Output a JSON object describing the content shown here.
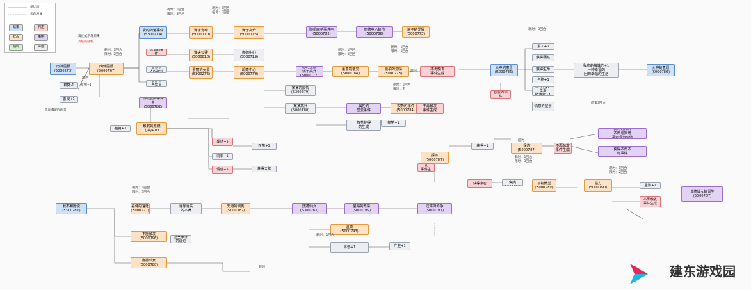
{
  "legend": {
    "solid_label": "单状态",
    "dashed_label": "状态发展",
    "items": [
      {
        "label": "结束",
        "color": "#cfe1f7"
      },
      {
        "label": "判定",
        "color": "#fbd3d6"
      },
      {
        "label": "状态",
        "color": "#fde2c5"
      },
      {
        "label": "事件",
        "color": "#e2d2f3"
      },
      {
        "label": "随机",
        "color": "#d6f0d2"
      },
      {
        "label": "声望",
        "color": "#eceef1"
      }
    ]
  },
  "nodes": {
    "n1": "肉体屈服\n(5300273)",
    "n2": "肉体屈服\n(5000767)",
    "n3": "权势-1",
    "n4": "善良+1",
    "n5": "贤的的诸事件\n(5300274)",
    "n6": "谋求宠幸\n(5000770)",
    "n7": "谋夫公妻\n(5000810)",
    "n8": "素丽的女爱\n(5300276)",
    "n9": "谋于高升\n(5000776)",
    "n10": "庞德中心\n(5000719)",
    "n11": "卸乘中心\n(5000778)",
    "n12": "素丽的敬爱\n(5000784)",
    "n13": "随机庇护事件中\n(5000782)",
    "n14": "庞德中心的位\n(5000786)",
    "n15": "恋爱的事件",
    "n16": "浪子的爱情\n(5000773)",
    "n17": "善意亲\n人的抢劫",
    "n18": "您的全部\n谋于高升\n(5000772)",
    "n19": "事件中\n产生人",
    "n20": "浪子的爱情\n(5000775)",
    "n21": "不再触发\n事件生成",
    "n22": "某某的爱情\n(5300279)",
    "n23": "某某高升\n(5000780)",
    "n24": "权势+1",
    "n25": "爱人+1",
    "n26": "获得钢铁",
    "n27": "获得生命",
    "n28": "权势+1，华夏\n性格奖+1",
    "n29": "权势的事件\n(5000784)",
    "n30": "私密的接触力+1\n一种幸福的\n回到幸福的生活",
    "n31": "火中的意愿\n(5000786)",
    "n32": "情感的星创",
    "n33": "权势获得\n的生成",
    "n34": "抱拥+1",
    "n35": "同事+1",
    "n36": "属性的\n恋爱事件",
    "n37": "触发的庞德\n心的+10",
    "n38": "成功+5",
    "n39": "情感+5",
    "n40": "不再触发\n事件生成",
    "n41": "权势+1",
    "n42": "获得天赋",
    "n43": "获得亲密",
    "n44": "探访\n(5000787)",
    "n45": "庞德的\n宫内\n(5000790)",
    "n46": "名称+1",
    "n47": "获得+1",
    "n48": "不再触发\n事件生成",
    "n49": "初初教堂\n(5000789)",
    "n50": "屋外+1",
    "n51": "强力\n(5000790)",
    "n52": "不再触发\n事件生成",
    "n53": "我不和她说\n(5300280)",
    "n54": "喜侍的宫廷\n(5000777)",
    "n55": "天道的谈判\n(5000782)",
    "n56": "不能触发\n(5000796)",
    "n57": "庞德仙女\n(5000780)",
    "n58": "消除消失\n的不满",
    "n59": "庞德仙女\n(5300283)",
    "n60": "宫殿的开采\n(5000799)",
    "n61": "这件对的争\n(5000791)",
    "n62": "这些事件\n的谈论",
    "n63": "温柔\n(5000793)",
    "n64": "怀念+1",
    "n65": "庞德仙女的诞生\n(5000787)",
    "n66": "获得的相机\n不再与其增\n恶表现为价值",
    "n67": "获得不再不\n与事件",
    "n68": "产生+1"
  },
  "notes": {
    "t1": "演仪式下与原来",
    "t2": "高级的随机",
    "t3": "耗时：1回合\n限时：2回合",
    "t4": "耗时：1回合\n限时：5回合",
    "t5": "权势+1",
    "t6": "结束演说的声音",
    "t7": "耗时：1回合\n名称：3回合",
    "t8": "耗时：1回合\n限时：6回合",
    "t9": "耗时：1回合\n限时：3回合",
    "t10": "耗时：3回合",
    "t11": "耗时：1回合\n限时：无",
    "t12": "结束3回合",
    "t13": "耗时：1回合\n限时：3回合",
    "t14": "耗时：1回合\n限时：2回合",
    "t15": "耗时：1回合\n限时：3回合",
    "t16": "耗时：1回合",
    "t17": "超时",
    "t18": "超时",
    "t19": "超时",
    "t20": "超时"
  },
  "watermark": "建东游戏园"
}
